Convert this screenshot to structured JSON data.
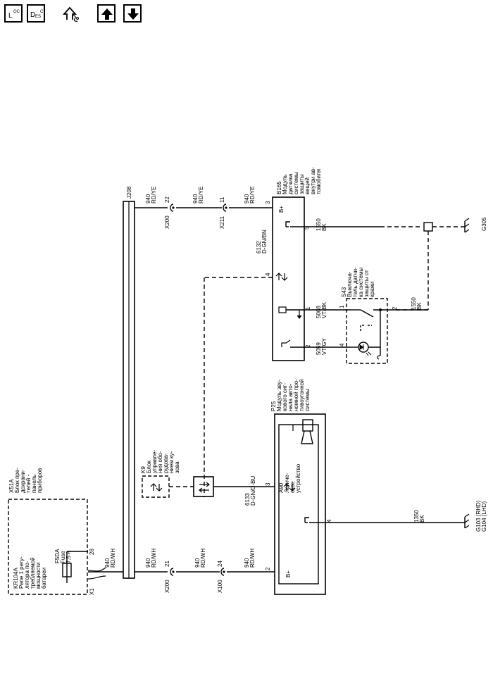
{
  "toolbar": {
    "loc": {
      "big": "L",
      "small": "OC"
    },
    "desc": {
      "big": "D",
      "small1": "ES",
      "small2": "C"
    },
    "buttons": [
      "components-icon",
      "arrow-up-icon",
      "arrow-down-icon"
    ]
  },
  "diagram": {
    "x51a": [
      "X51A",
      "Блок пре-",
      "дохрани-",
      "телей -",
      "панель",
      "приборов"
    ],
    "kr104a": [
      "KR104A",
      "Реле 1 регу-",
      "лятора по-",
      "требляемой",
      "мощности",
      "батареи"
    ],
    "fuse": [
      "F5DA",
      "Fuse",
      "7.5 A"
    ],
    "x1": "X1",
    "pin28": "28",
    "j208": "J208",
    "wire940": "940",
    "rdwh": "RD/WH",
    "rdye": "RD/YE",
    "x200": "X200",
    "x211": "X211",
    "x100": "X100",
    "pin22": "22",
    "pin11": "11",
    "pin21": "21",
    "pin24": "24",
    "b165": [
      "B165",
      "Модуль",
      "датчика",
      "системы",
      "защиты",
      "вещей",
      "внутри ав-",
      "томобиля"
    ],
    "bplus": "B+",
    "pin3": "3",
    "pin4": "4",
    "pin5": "5",
    "pin1": "1",
    "pin2": "2",
    "w1550": [
      "1550",
      "BK"
    ],
    "g305": "G305",
    "w6132": [
      "6132",
      "D-GN/BN"
    ],
    "w5068": [
      "5068",
      "VT/BK"
    ],
    "w5059": [
      "5059",
      "VT/GY"
    ],
    "s43": [
      "S43",
      "Выключа-",
      "тель датчи-",
      "ка системы",
      "защиты от",
      "кражи"
    ],
    "k9": [
      "K9",
      "Блок",
      "управле-",
      "ния обо-",
      "рудова-",
      "нием ку-",
      "зова"
    ],
    "w6133": [
      "6133",
      "D-GN/D-BU"
    ],
    "p25": [
      "P25",
      "Модуль зву-",
      "кового сиг-",
      "нала авто-",
      "номной про-",
      "тивоугонной",
      "системы"
    ],
    "a90": [
      "A90",
      "Логиче-",
      "ское",
      "устройство"
    ],
    "w1350": [
      "1350",
      "BK"
    ],
    "g103": "G103 (RHD)",
    "g104": "G104 (LHD)"
  }
}
